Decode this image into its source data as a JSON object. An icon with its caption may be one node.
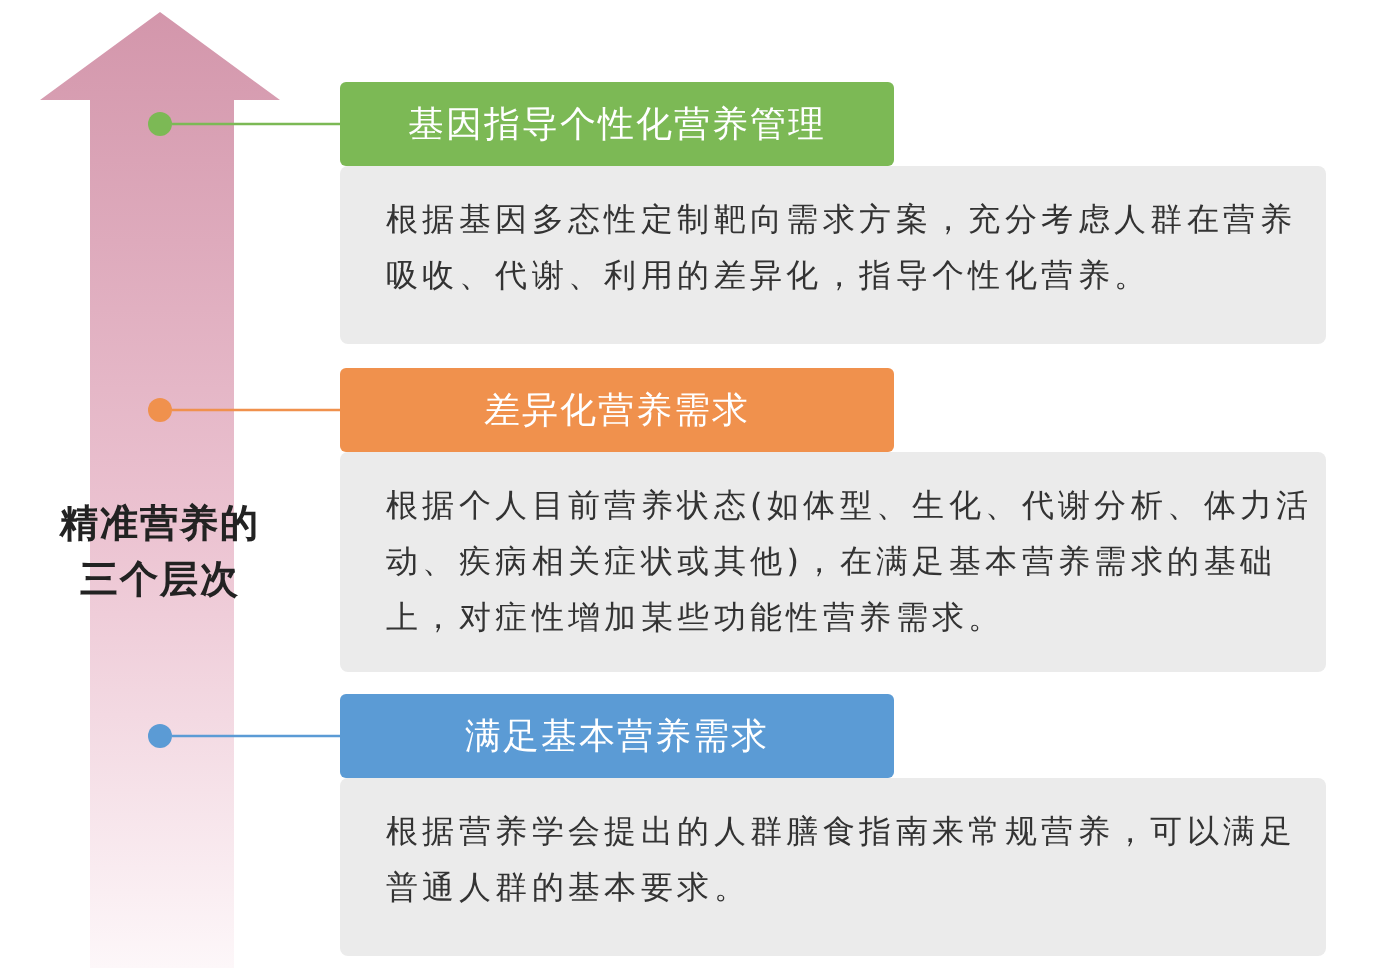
{
  "diagram": {
    "nodes": [
      {
        "text": [
          "精准营养的三个层次"
        ]
      },
      {
        "text": [],
        "shape": "circle",
        "in": 0
      },
      {
        "text": [
          "基因指导个性化营养管理"
        ]
      },
      {
        "text": [
          "根据基因多态性定制靶向需求方案，充分考虑人群在营养吸收、代谢、利用的差异化，指导个性化营养。"
        ]
      },
      {
        "text": [],
        "shape": "circle",
        "in": 0
      },
      {
        "text": [
          "差异化营养需求"
        ]
      },
      {
        "text": [
          "根据个人目前营养状态(如体型、生化、代谢分析、体力活动、疾病相关症状或其他)，在满足基本营养需求的基础上，对症性增加某些功能性营养需求。"
        ]
      },
      {
        "text": [],
        "shape": "circle",
        "in": 0
      },
      {
        "text": [
          "满足基本营养需求"
        ]
      },
      {
        "text": [
          "根据营养学会提出的人群膳食指南来常规营养，可以满足普通人群的基本要求。"
        ]
      }
    ],
    "edges": [
      {
        "from": 1,
        "to": 2,
        "arrow": "none",
        "color": "#7cb955"
      },
      {
        "from": 4,
        "to": 5,
        "arrow": "none",
        "color": "#f0914d"
      },
      {
        "from": 7,
        "to": 8,
        "arrow": "none",
        "color": "#5b9bd5"
      }
    ]
  }
}
